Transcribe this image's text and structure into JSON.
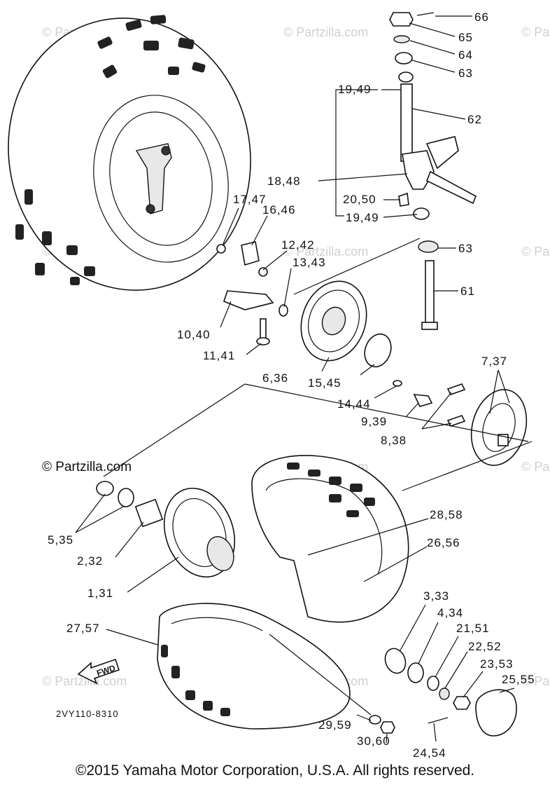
{
  "watermark": "© Partzilla.com",
  "watermark_main": "© Partzilla.com",
  "drawing_code": "2VY110-8310",
  "fwd_label": "FWD",
  "copyright": "©2015 Yamaha Motor Corporation, U.S.A. All rights reserved.",
  "callouts": {
    "c66": "66",
    "c65": "65",
    "c64": "64",
    "c63a": "63",
    "c62": "62",
    "c19_49a": "19,49",
    "c18_48": "18,48",
    "c20_50": "20,50",
    "c19_49b": "19,49",
    "c17_47": "17,47",
    "c16_46": "16,46",
    "c12_42": "12,42",
    "c13_43": "13,43",
    "c63b": "63",
    "c61": "61",
    "c10_40": "10,40",
    "c11_41": "11,41",
    "c6_36": "6,36",
    "c15_45": "15,45",
    "c7_37": "7,37",
    "c14_44": "14,44",
    "c9_39": "9,39",
    "c8_38": "8,38",
    "c5_35": "5,35",
    "c2_32": "2,32",
    "c28_58": "28,58",
    "c26_56": "26,56",
    "c1_31": "1,31",
    "c3_33": "3,33",
    "c4_34": "4,34",
    "c21_51": "21,51",
    "c22_52": "22,52",
    "c27_57": "27,57",
    "c23_53": "23,53",
    "c25_55": "25,55",
    "c29_59": "29,59",
    "c30_60": "30,60",
    "c24_54": "24,54"
  }
}
